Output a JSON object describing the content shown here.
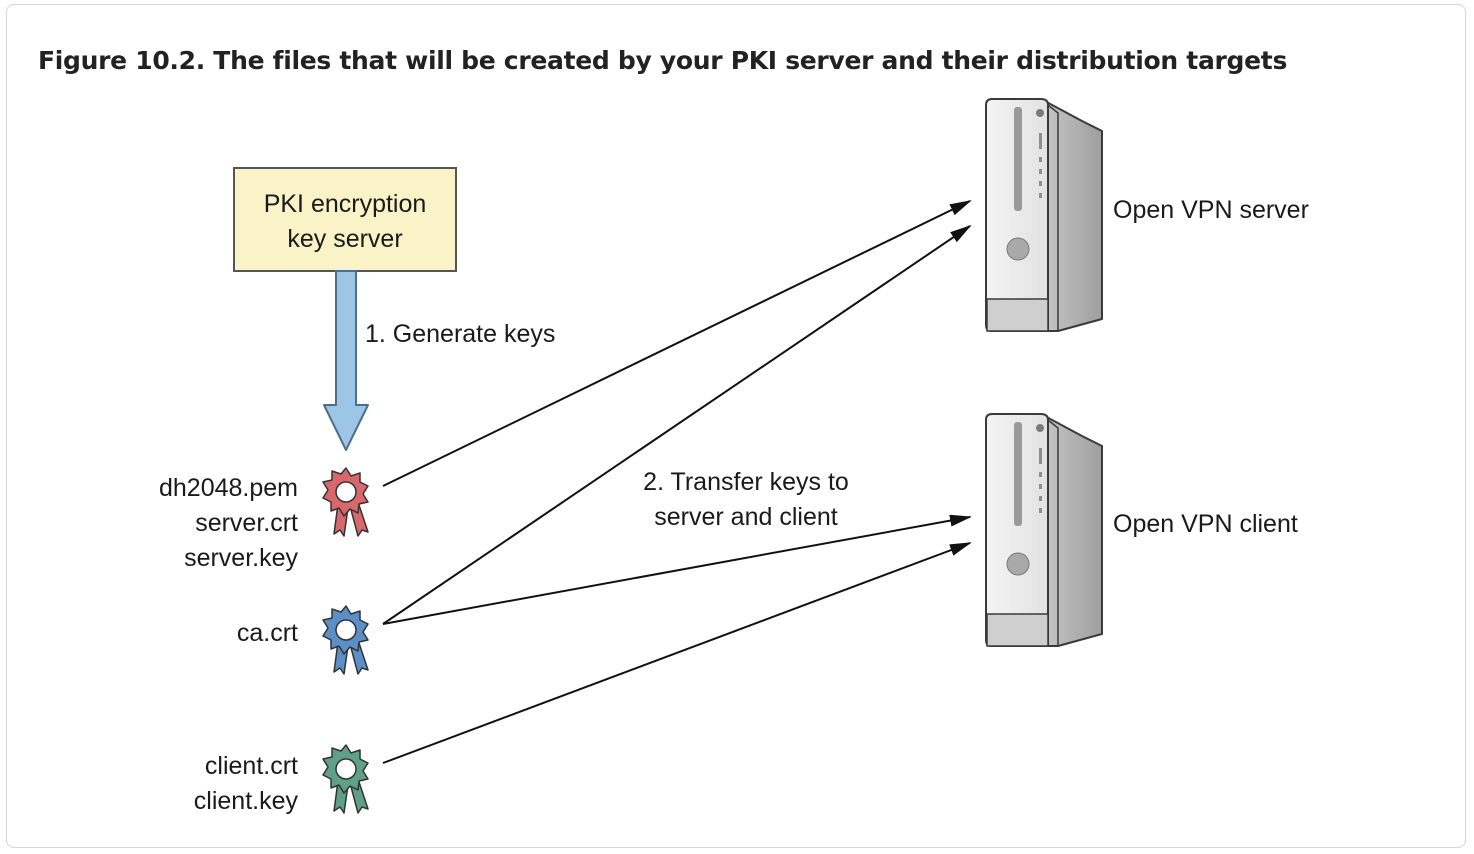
{
  "figure": {
    "caption": "Figure 10.2. The files that will be created by your PKI server and their distribution targets"
  },
  "diagram": {
    "pki_box": {
      "line1": "PKI encryption",
      "line2": "key server",
      "fill_color": "#faf3c8"
    },
    "step1_label": "1. Generate keys",
    "step2_label": {
      "line1": "2. Transfer keys to",
      "line2": "server and client"
    },
    "file_groups": [
      {
        "lines": [
          "dh2048.pem",
          "server.crt",
          "server.key"
        ],
        "certificate_color": "#d9686c",
        "certificate_icon": "certificate-seal-icon"
      },
      {
        "lines": [
          "ca.crt"
        ],
        "certificate_color": "#5a8fc8",
        "certificate_icon": "certificate-seal-icon"
      },
      {
        "lines": [
          "client.crt",
          "client.key"
        ],
        "certificate_color": "#5fa089",
        "certificate_icon": "certificate-seal-icon"
      }
    ],
    "targets": [
      {
        "label": "Open VPN server",
        "icon": "tower-computer-icon"
      },
      {
        "label": "Open VPN client",
        "icon": "tower-computer-icon"
      }
    ],
    "arrow_color": "#9cc5e6"
  }
}
